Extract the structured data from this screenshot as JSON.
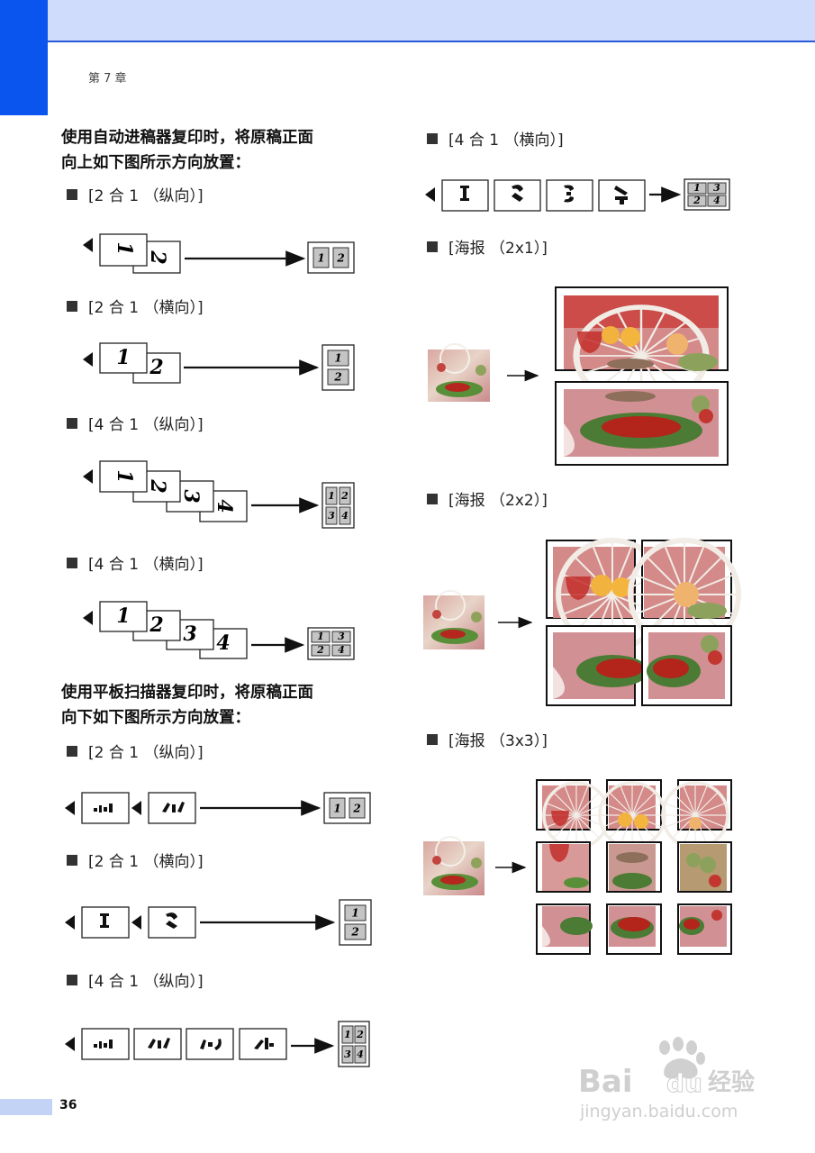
{
  "header": {
    "chapter": "第 7 章"
  },
  "sections": {
    "adf_heading_line1": "使用自动进稿器复印时，将原稿正面",
    "adf_heading_line2": "向上如下图所示方向放置：",
    "flatbed_heading_line1": "使用平板扫描器复印时，将原稿正面",
    "flatbed_heading_line2": "向下如下图所示方向放置："
  },
  "items": {
    "adf_2in1_portrait": "[2 合 1 （纵向）]",
    "adf_2in1_landscape": "[2 合 1 （横向）]",
    "adf_4in1_portrait": "[4 合 1 （纵向）]",
    "adf_4in1_landscape": "[4 合 1 （横向）]",
    "fb_2in1_portrait": "[2 合 1 （纵向）]",
    "fb_2in1_landscape": "[2 合 1 （横向）]",
    "fb_4in1_portrait": "[4 合 1 （纵向）]",
    "fb_4in1_landscape": "[4 合 1 （横向）]",
    "poster_2x1": "[海报 （2x1）]",
    "poster_2x2": "[海报 （2x2）]",
    "poster_3x3": "[海报 （3x3）]"
  },
  "digits": {
    "one": "1",
    "two": "2",
    "three": "3",
    "four": "4"
  },
  "footer": {
    "page_number": "36"
  },
  "watermark": {
    "brand_bai": "Bai",
    "brand_du": "du",
    "brand_cn": "经验",
    "url": "jingyan.baidu.com"
  }
}
